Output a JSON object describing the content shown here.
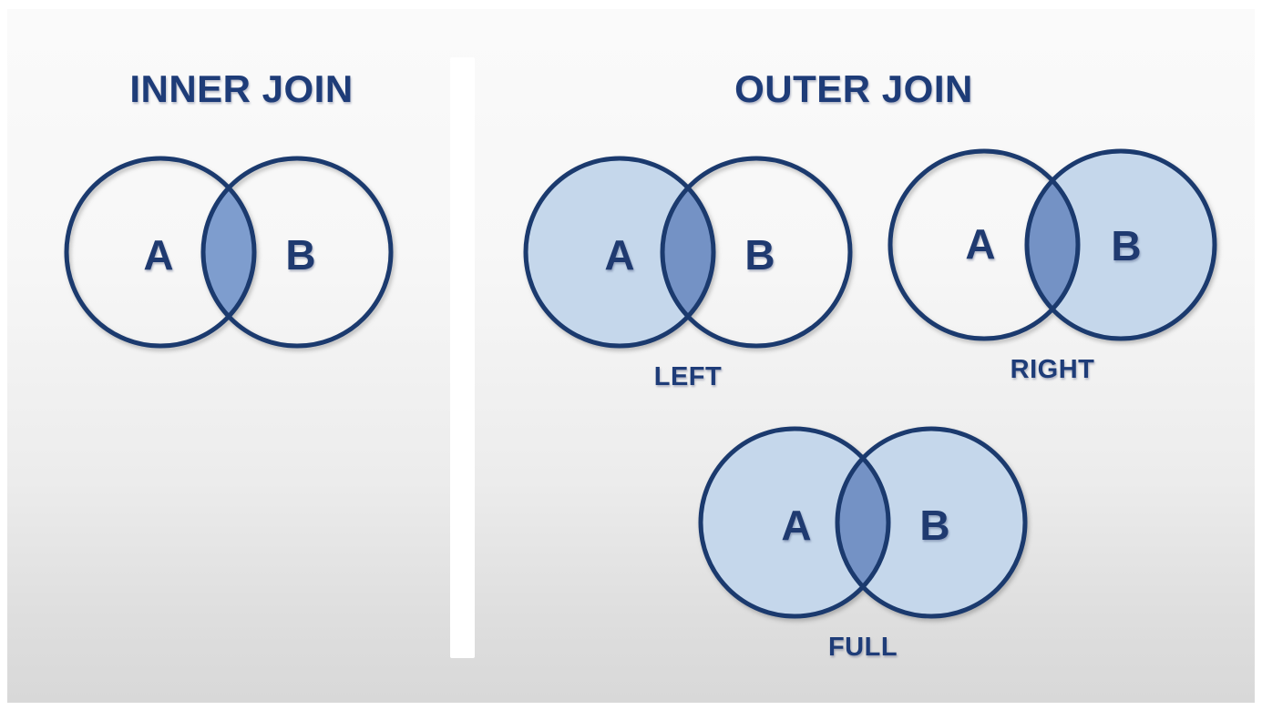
{
  "inner_section": {
    "title": "INNER JOIN",
    "venn": {
      "type": "inner",
      "set_a": "A",
      "set_b": "B",
      "shaded_region": "intersection only"
    }
  },
  "outer_section": {
    "title": "OUTER JOIN",
    "venns": [
      {
        "type": "left",
        "set_a": "A",
        "set_b": "B",
        "caption": "LEFT",
        "shaded_region": "all of A including intersection"
      },
      {
        "type": "right",
        "set_a": "A",
        "set_b": "B",
        "caption": "RIGHT",
        "shaded_region": "all of B including intersection"
      },
      {
        "type": "full",
        "set_a": "A",
        "set_b": "B",
        "caption": "FULL",
        "shaded_region": "all of A and B including intersection"
      }
    ]
  },
  "colors": {
    "title_navy": "#1e3c78",
    "circle_stroke": "#1b3a6e",
    "set_label_navy": "#1f3a70",
    "fill_light": "#c5d7eb",
    "intersection_inner": "#7e9dce",
    "intersection_outer": "#7492c5",
    "divider": "#ffffff",
    "background_top": "#fafafa",
    "background_bottom": "#d8d8d8"
  }
}
